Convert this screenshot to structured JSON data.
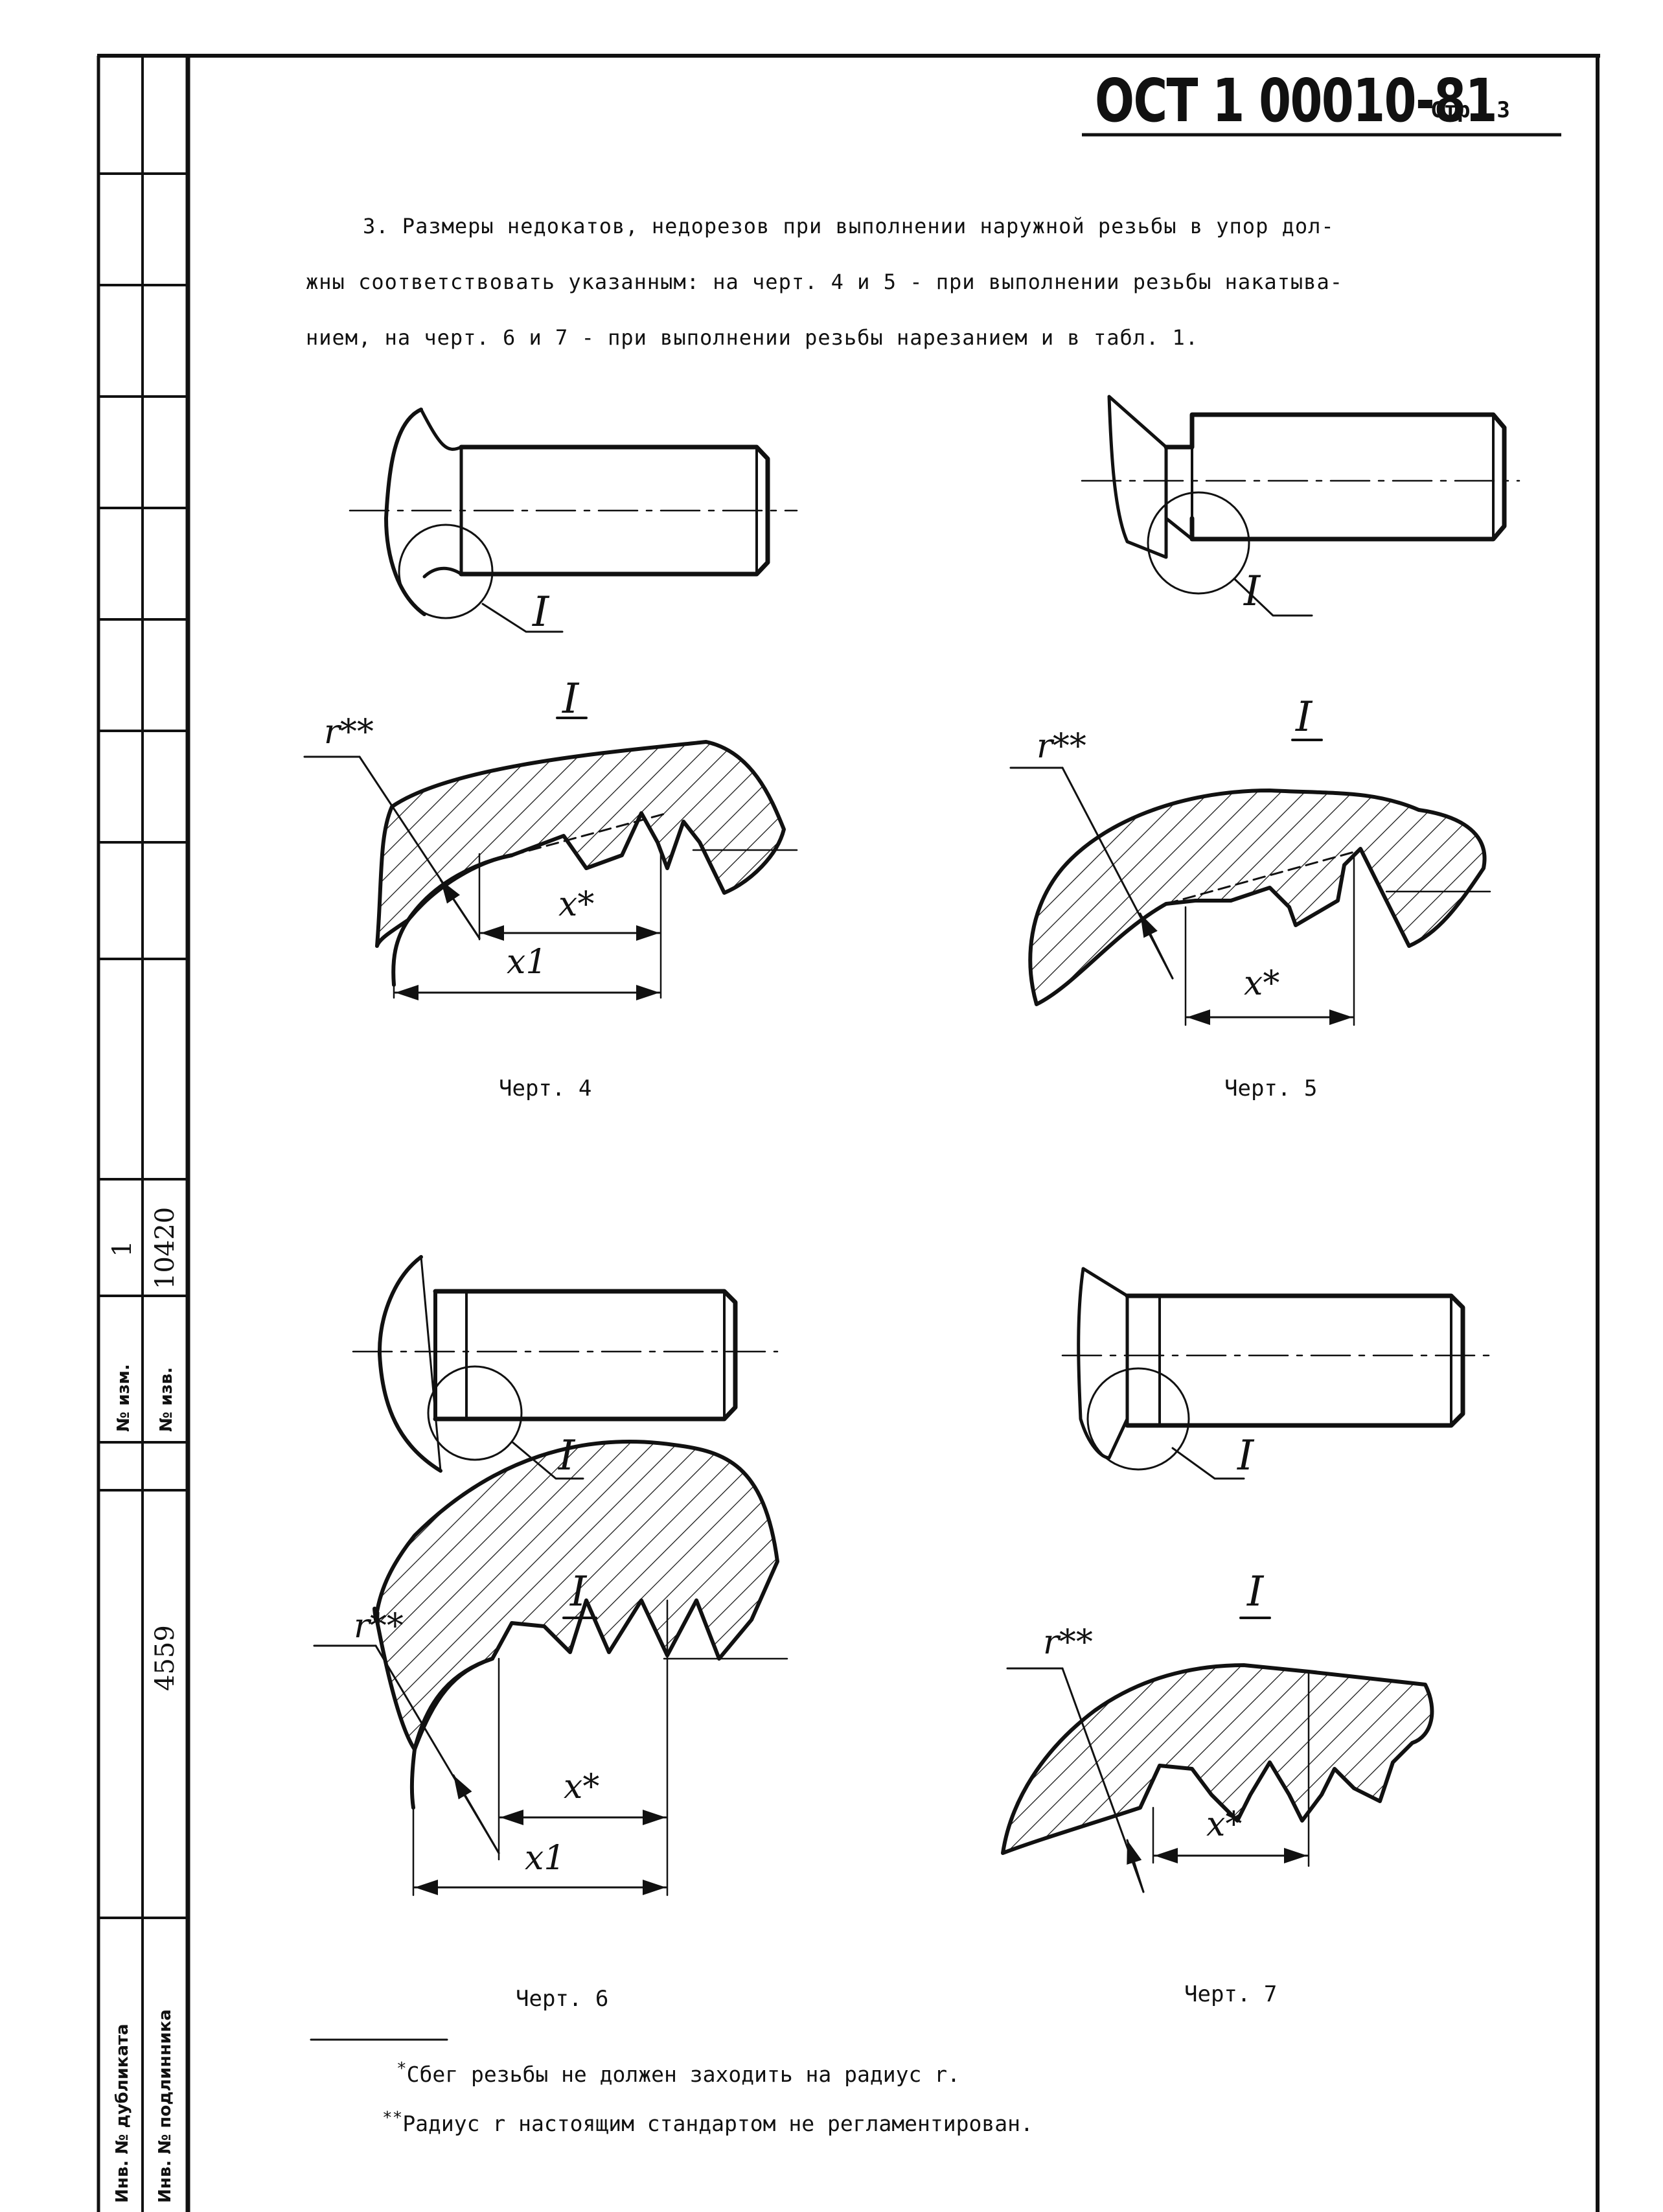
{
  "header": {
    "standard_code": "ОСТ 1 00010-81",
    "page_label": "Стр. 3"
  },
  "paragraph": {
    "lines": [
      "3. Размеры недокатов, недорезов при выполнении наружной резьбы в упор дол-",
      "жны соответствовать указанным: на черт. 4 и 5 - при выполнении резьбы накатыва-",
      "нием, на черт. 6 и 7 - при выполнении резьбы нарезанием и в табл. 1."
    ]
  },
  "drawings": {
    "detail_mark": "I",
    "radius_label": "r**",
    "x_star": "x*",
    "x1": "x1",
    "captions": [
      "Черт. 4",
      "Черт. 5",
      "Черт. 6",
      "Черт. 7"
    ]
  },
  "footnotes": [
    {
      "mark": "*",
      "text": "Сбег резьбы не должен заходить на радиус r."
    },
    {
      "mark": "**",
      "text": "Радиус r настоящим стандартом не регламентирован."
    }
  ],
  "side_stamp": {
    "change_no_label": "№ изм.",
    "change_no_value": "1",
    "notice_no_label": "№ изв.",
    "notice_no_value": "10420",
    "original_inv_value": "4559",
    "duplicate_inv_label": "Инв. № дубликата",
    "original_inv_label": "Инв. № подлинника"
  }
}
